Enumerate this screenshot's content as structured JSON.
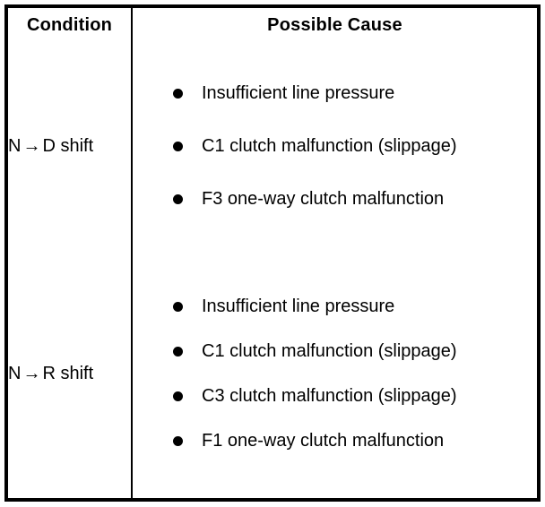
{
  "document": {
    "type": "fault-diagnosis-table",
    "colors": {
      "border": "#000000",
      "text": "#000000",
      "background": "#ffffff"
    }
  },
  "table": {
    "headers": {
      "condition": "Condition",
      "possible_cause": "Possible Cause"
    },
    "rows": [
      {
        "condition": "N → D shift",
        "condition_parts": {
          "from": "N",
          "arrow": "→",
          "to": "D shift"
        },
        "causes": [
          "Insufficient line pressure",
          "C1 clutch malfunction (slippage)",
          "F3 one-way clutch malfunction"
        ]
      },
      {
        "condition": "N → R shift",
        "condition_parts": {
          "from": "N",
          "arrow": "→",
          "to": "R shift"
        },
        "causes": [
          "Insufficient line pressure",
          "C1 clutch malfunction (slippage)",
          "C3 clutch malfunction (slippage)",
          "F1 one-way clutch malfunction"
        ]
      }
    ]
  }
}
